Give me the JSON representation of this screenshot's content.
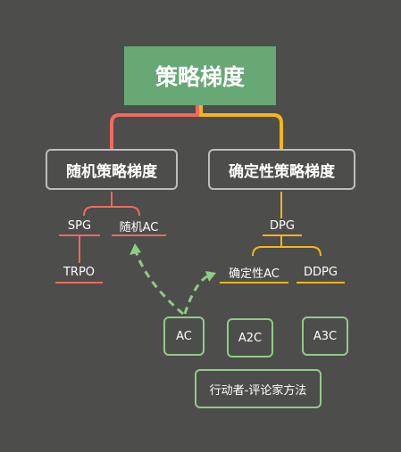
{
  "root": {
    "label": "策略梯度"
  },
  "categories": {
    "stochastic": "随机策略梯度",
    "deterministic": "确定性策略梯度"
  },
  "stochastic_children": {
    "spg": "SPG",
    "ac": "随机AC",
    "trpo": "TRPO"
  },
  "deterministic_children": {
    "dpg": "DPG",
    "ac": "确定性AC",
    "ddpg": "DDPG"
  },
  "actor_critic": {
    "boxes": [
      "AC",
      "A2C",
      "A3C"
    ],
    "group_label": "行动者-评论家方法"
  },
  "colors": {
    "background": "#4d4d4b",
    "root_fill": "#67a875",
    "left_branch": "#f06a5e",
    "right_branch": "#f5b619",
    "green_outline": "#8fcc86",
    "gray_outline": "#bdbdbd"
  }
}
